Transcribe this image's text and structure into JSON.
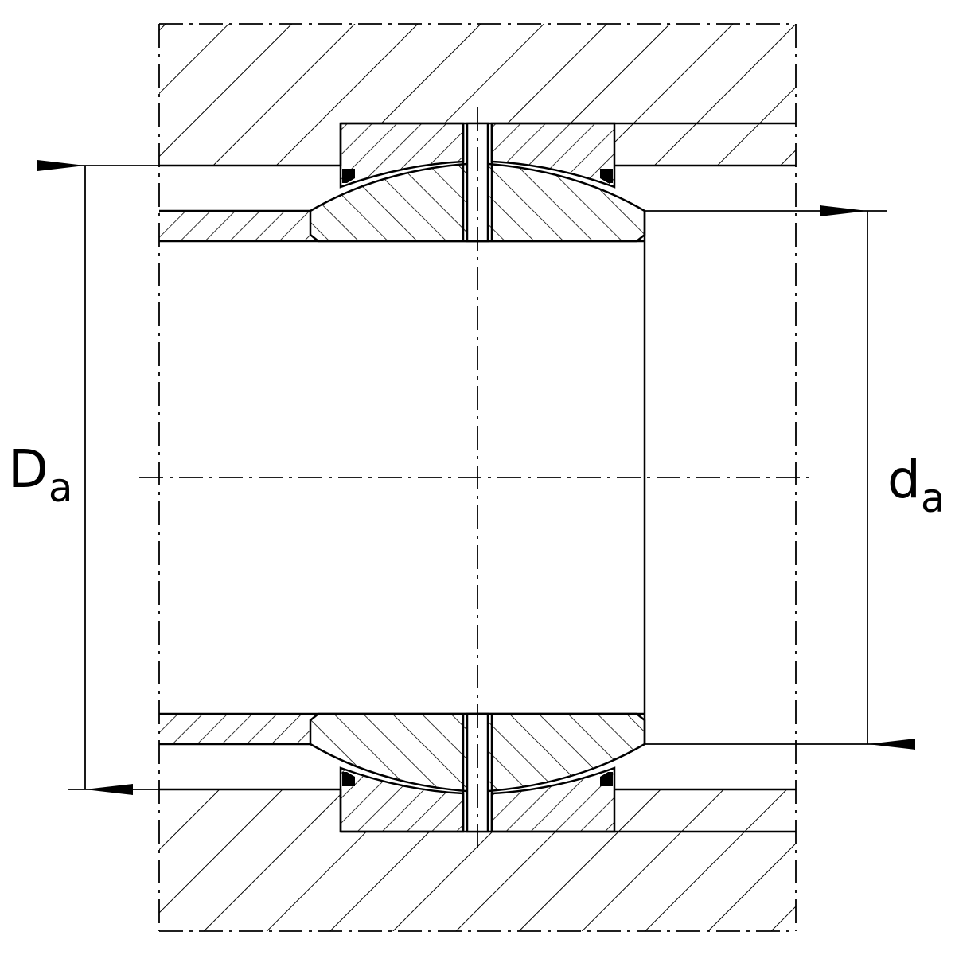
{
  "labels": {
    "outer": {
      "main": "D",
      "sub": "a"
    },
    "inner": {
      "main": "d",
      "sub": "a"
    }
  },
  "colors": {
    "line": "#000000",
    "background": "#ffffff"
  }
}
